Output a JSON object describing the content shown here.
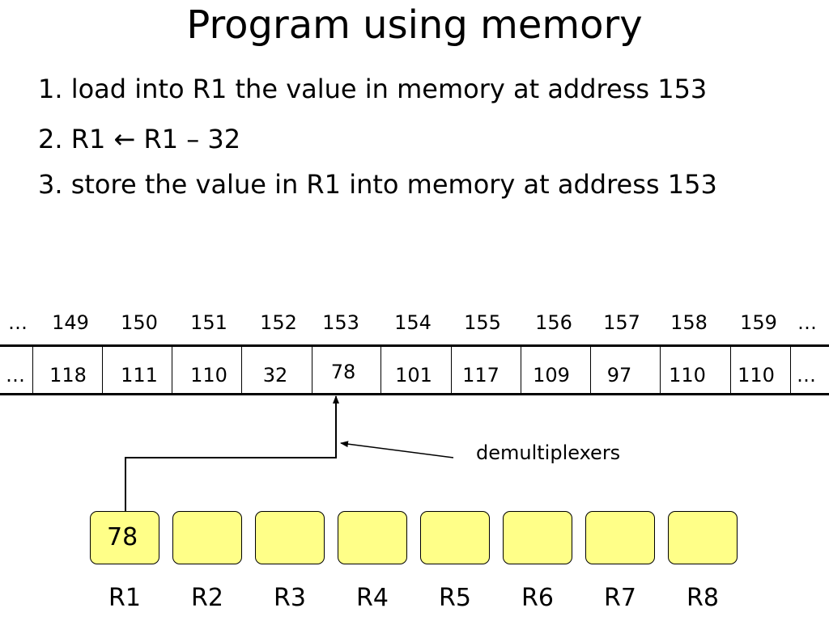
{
  "title": "Program using memory",
  "steps": [
    "1. load into R1 the value in memory at address 153",
    "2. R1 ← R1 – 32",
    "3. store the value in R1 into memory at address 153"
  ],
  "memory": {
    "addresses": [
      "…",
      "149",
      "150",
      "151",
      "152",
      "153",
      "154",
      "155",
      "156",
      "157",
      "158",
      "159",
      "…"
    ],
    "values": [
      "…",
      "118",
      "111",
      "110",
      "32",
      "78",
      "101",
      "117",
      "109",
      "97",
      "110",
      "110",
      "…"
    ]
  },
  "demux_label": "demultiplexers",
  "registers": [
    {
      "label": "R1",
      "value": "78"
    },
    {
      "label": "R2",
      "value": ""
    },
    {
      "label": "R3",
      "value": ""
    },
    {
      "label": "R4",
      "value": ""
    },
    {
      "label": "R5",
      "value": ""
    },
    {
      "label": "R6",
      "value": ""
    },
    {
      "label": "R7",
      "value": ""
    },
    {
      "label": "R8",
      "value": ""
    }
  ],
  "colors": {
    "register_fill": "#ffff88",
    "stroke": "#000000",
    "background": "#ffffff"
  }
}
